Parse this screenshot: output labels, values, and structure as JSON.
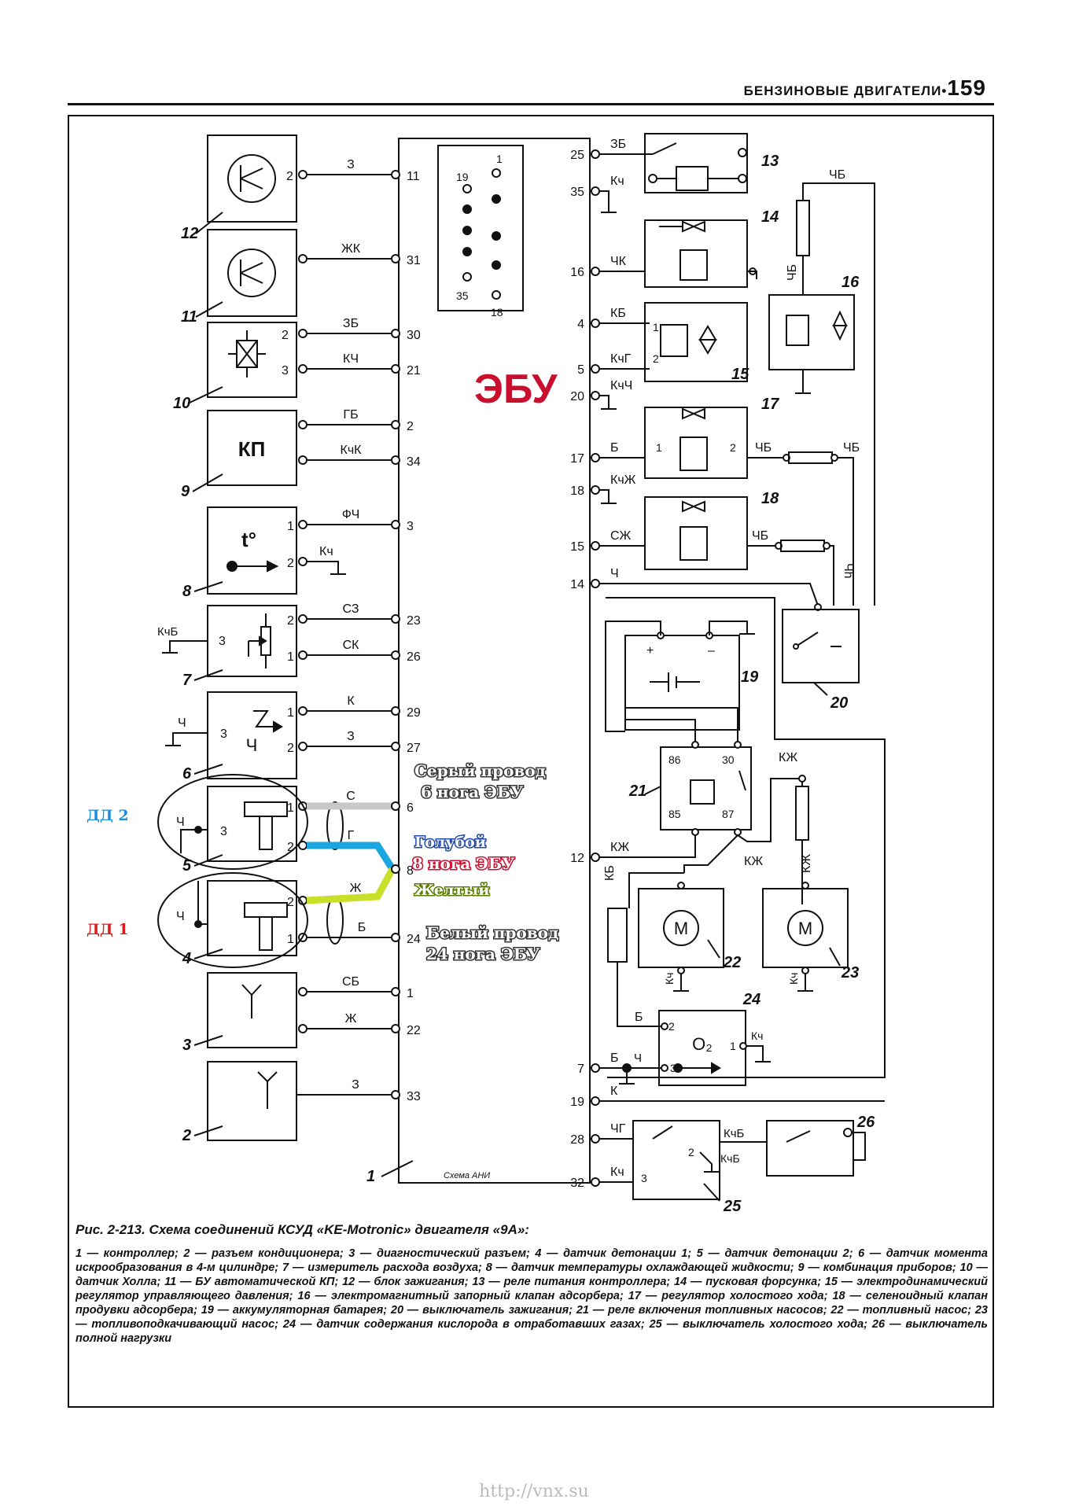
{
  "header": {
    "title": "БЕНЗИНОВЫЕ ДВИГАТЕЛИ",
    "sep": "•",
    "page": "159"
  },
  "ecu": {
    "label": "ЭБУ",
    "scheme_mark": "Схема АНИ",
    "connector_pins": [
      "1",
      "19",
      "35",
      "18"
    ]
  },
  "components": [
    {
      "num": "12"
    },
    {
      "num": "11"
    },
    {
      "num": "10"
    },
    {
      "num": "9",
      "label": "КП"
    },
    {
      "num": "8",
      "label": "t°"
    },
    {
      "num": "7"
    },
    {
      "num": "6",
      "label": "Ч"
    },
    {
      "num": "5"
    },
    {
      "num": "4"
    },
    {
      "num": "3"
    },
    {
      "num": "2"
    },
    {
      "num": "1"
    },
    {
      "num": "13"
    },
    {
      "num": "14"
    },
    {
      "num": "15"
    },
    {
      "num": "16"
    },
    {
      "num": "17"
    },
    {
      "num": "18"
    },
    {
      "num": "19"
    },
    {
      "num": "20"
    },
    {
      "num": "21"
    },
    {
      "num": "22"
    },
    {
      "num": "23"
    },
    {
      "num": "24",
      "label": "O₂"
    },
    {
      "num": "25"
    },
    {
      "num": "26"
    }
  ],
  "left_wires": [
    {
      "color": "З",
      "pin": "11"
    },
    {
      "color": "ЖК",
      "pin": "31"
    },
    {
      "color": "ЗБ",
      "pin": "30"
    },
    {
      "color": "КЧ",
      "pin": "21"
    },
    {
      "color": "ГБ",
      "pin": "2"
    },
    {
      "color": "КчК",
      "pin": "34"
    },
    {
      "color": "ФЧ",
      "pin": "3"
    },
    {
      "color": "Кч",
      "pin": ""
    },
    {
      "color": "СЗ",
      "pin": "23"
    },
    {
      "color": "СК",
      "pin": "26"
    },
    {
      "color": "К",
      "pin": "29"
    },
    {
      "color": "З",
      "pin": "27"
    },
    {
      "color": "С",
      "pin": "6"
    },
    {
      "color": "Г",
      "pin": "8"
    },
    {
      "color": "Ж",
      "pin": ""
    },
    {
      "color": "Б",
      "pin": "24"
    },
    {
      "color": "СБ",
      "pin": "1"
    },
    {
      "color": "Ж",
      "pin": "22"
    },
    {
      "color": "З",
      "pin": "33"
    }
  ],
  "right_wires": [
    {
      "pin": "25",
      "color": "ЗБ"
    },
    {
      "pin": "35",
      "color": "Кч"
    },
    {
      "pin": "16",
      "color": "ЧК"
    },
    {
      "pin": "4",
      "color": "КБ"
    },
    {
      "pin": "5",
      "color": "КчГ"
    },
    {
      "pin": "20",
      "color": "КчЧ"
    },
    {
      "pin": "17",
      "color": "Б"
    },
    {
      "pin": "18",
      "color": "КчЖ"
    },
    {
      "pin": "15",
      "color": "СЖ"
    },
    {
      "pin": "14",
      "color": "Ч"
    },
    {
      "pin": "12",
      "color": "КЖ"
    },
    {
      "pin": "7",
      "color": "Б"
    },
    {
      "pin": "19",
      "color": "К"
    },
    {
      "pin": "28",
      "color": "ЧГ"
    },
    {
      "pin": "32",
      "color": "Кч"
    }
  ],
  "misc_labels": [
    "ЧБ",
    "ЧБ",
    "ЧБ",
    "ЧБ",
    "ЧБ",
    "Чh",
    "КЖ",
    "КЖ",
    "КЖ",
    "КБ",
    "Кч",
    "Кч",
    "Б",
    "Ч",
    "Кч",
    "КчБ",
    "КчБ",
    "КчБ",
    "Ч",
    "Ч",
    "Ч",
    "86",
    "30",
    "85",
    "87",
    "+",
    "–",
    "M",
    "M",
    "1",
    "2",
    "3"
  ],
  "annotations": {
    "dd2": "ДД 2",
    "dd1": "ДД 1",
    "grey_line1": "Серый провод",
    "grey_line2": "6 нога ЭБУ",
    "blue": "Голубой",
    "pin8": "8 нога ЭБУ",
    "yellow": "Желтый",
    "white_line1": "Белый провод",
    "white_line2": "24 нога ЭБУ",
    "colors": {
      "grey": "#c8c8c8",
      "blue": "#1aa6e0",
      "yellow": "#c8e02a",
      "ebu_red": "#c8102e",
      "dd2": "#1a8fe0",
      "dd1": "#e01a1a"
    }
  },
  "caption": {
    "title": "Рис. 2-213. Схема соединений КСУД «KE-Motronic» двигателя «9А»:",
    "text": "1 — контроллер; 2 — разъем кондиционера; 3 — диагностический разъем; 4 — датчик детонации 1; 5 — датчик детонации 2; 6 — датчик момента искрообразования в 4-м цилиндре; 7 — измеритель расхода воздуха; 8 — датчик температуры охлаждающей жидкости; 9 — комбинация приборов; 10 — датчик Холла; 11 — БУ автоматической КП; 12 — блок зажигания; 13 — реле питания контроллера; 14 — пусковая форсунка; 15 — электродинамический регулятор управляющего давления; 16 — электромагнитный запорный клапан адсорбера; 17 — регулятор холостого хода; 18 — селеноидный клапан продувки адсорбера; 19 — аккумуляторная батарея; 20 — выключатель зажигания; 21 — реле включения топливных насосов; 22 — топливный насос; 23 — топливоподкачивающий насос; 24 — датчик содержания кислорода в отработавших газах; 25 — выключатель холостого хода; 26 — выключатель полной нагрузки"
  },
  "footer": "http://vnx.su"
}
